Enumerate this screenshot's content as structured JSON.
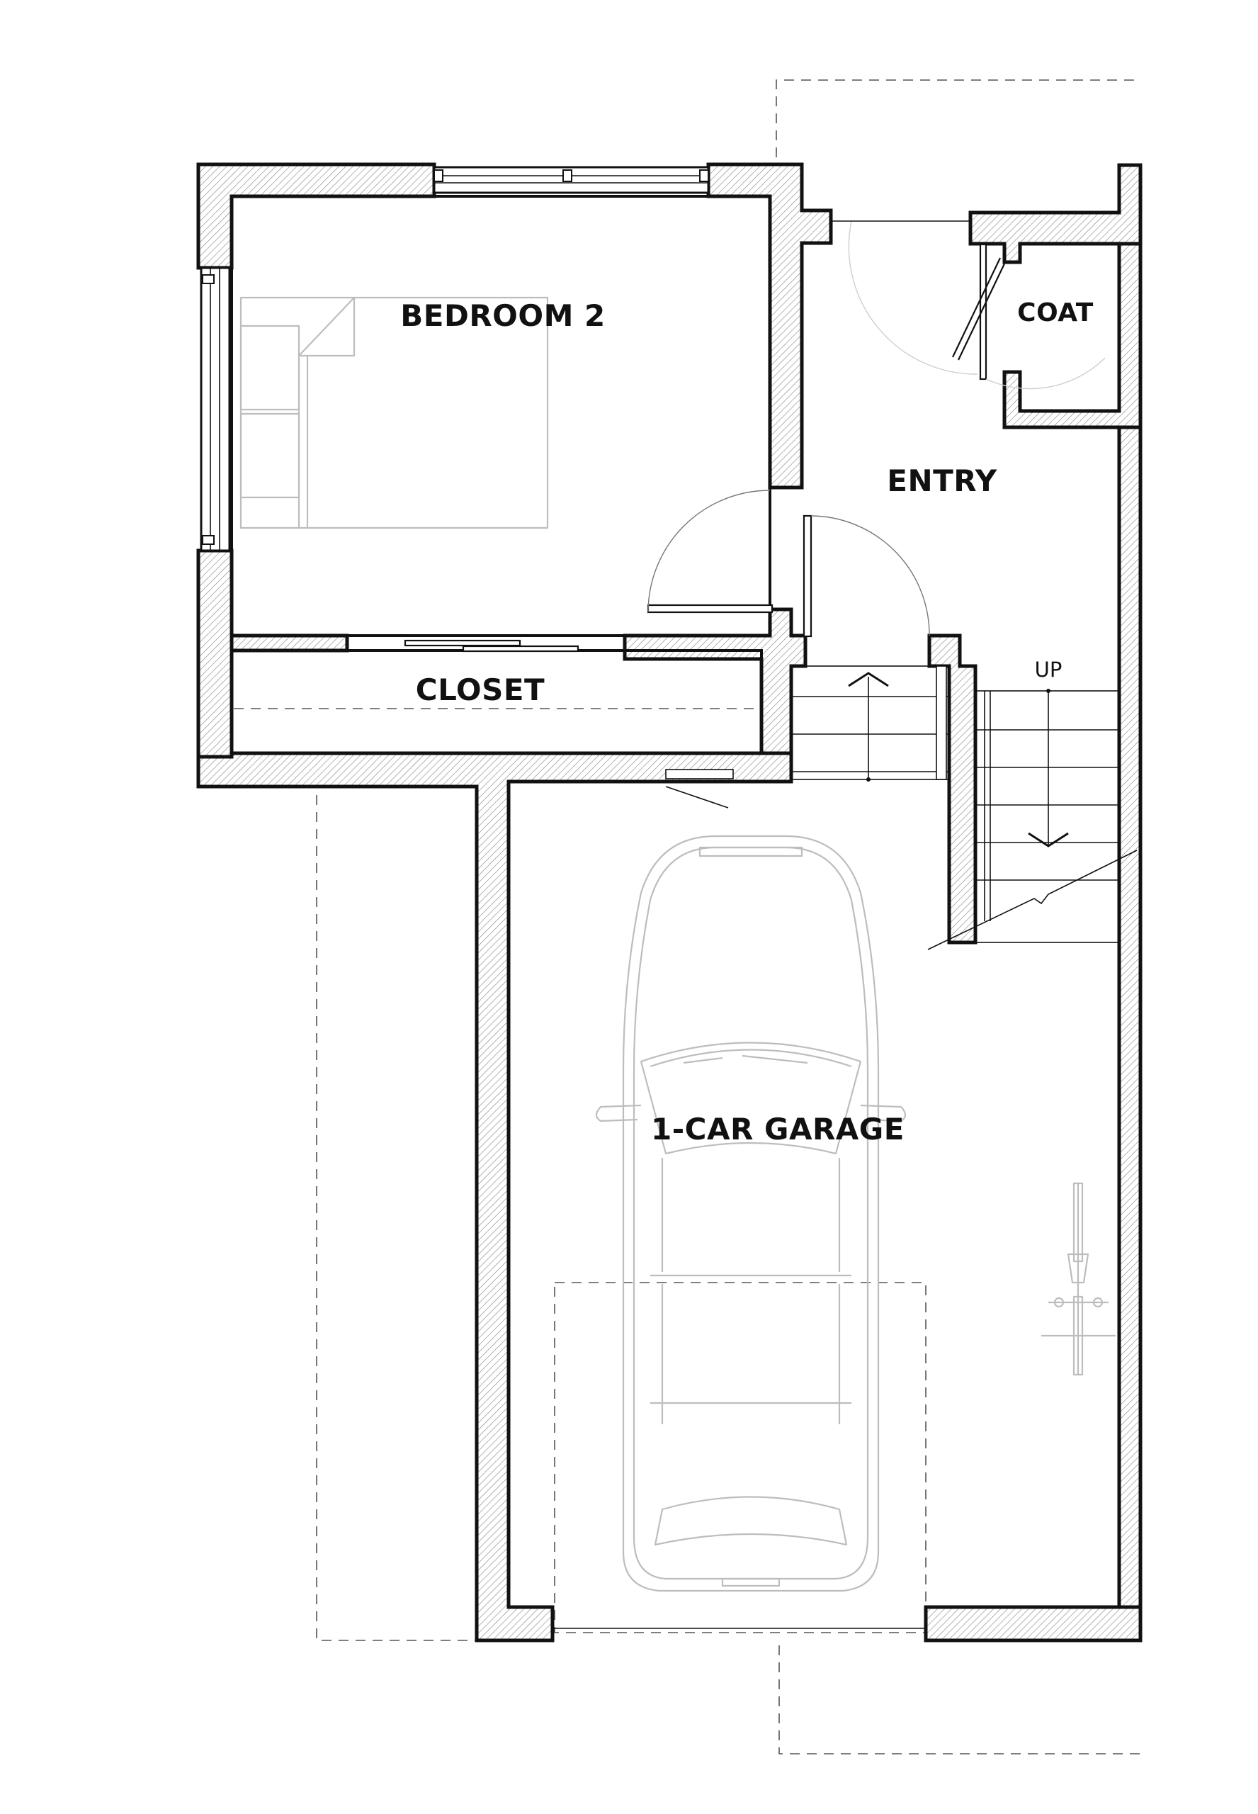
{
  "plan": {
    "rooms": {
      "bedroom": "BEDROOM 2",
      "closet": "CLOSET",
      "entry": "ENTRY",
      "coat": "COAT",
      "garage": "1-CAR GARAGE"
    },
    "stair_label": "UP"
  }
}
